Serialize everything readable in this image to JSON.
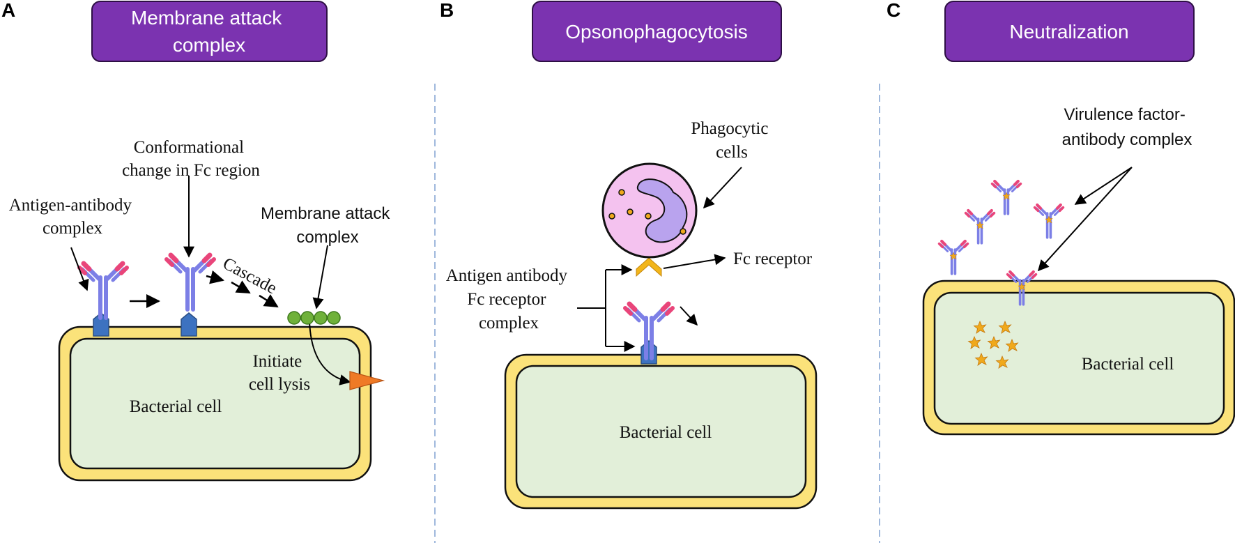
{
  "panels": [
    {
      "letter": "A",
      "header": [
        "Membrane attack",
        "complex"
      ]
    },
    {
      "letter": "B",
      "header": [
        "Opsonophagocytosis"
      ]
    },
    {
      "letter": "C",
      "header": [
        "Neutralization"
      ]
    }
  ],
  "panel_a": {
    "label_antigen_antibody": [
      "Antigen-antibody",
      "complex"
    ],
    "label_conformational": [
      "Conformational",
      "change in Fc region"
    ],
    "label_cascade": "Cascade",
    "label_mac": [
      "Membrane attack",
      "complex"
    ],
    "label_initiate": [
      "Initiate",
      "cell lysis"
    ],
    "label_cell": "Bacterial cell"
  },
  "panel_b": {
    "label_phagocytic": [
      "Phagocytic",
      "cells"
    ],
    "label_fc_receptor": "Fc receptor",
    "label_complex": [
      "Antigen antibody",
      "Fc receptor",
      "complex"
    ],
    "label_cell": "Bacterial cell"
  },
  "panel_c": {
    "label_virulence": [
      "Virulence factor-",
      "antibody complex"
    ],
    "label_cell": "Bacterial cell"
  },
  "colors": {
    "header_fill": "#7b33b0",
    "cell_outer": "#fbe27a",
    "cell_inner": "#e2efd9",
    "antibody_blue": "#7c7fe6",
    "antibody_pink": "#e9457a",
    "antigen_blue": "#3d72c0",
    "mac_green": "#6fb13a",
    "lysis_orange": "#ef7a26",
    "receptor_gold": "#f2b51a",
    "phagocyte_pink": "#f4c2ef",
    "nucleus_violet": "#b9a3ee",
    "virulence_star": "#f0a91c",
    "divider": "#9fb8dc"
  }
}
